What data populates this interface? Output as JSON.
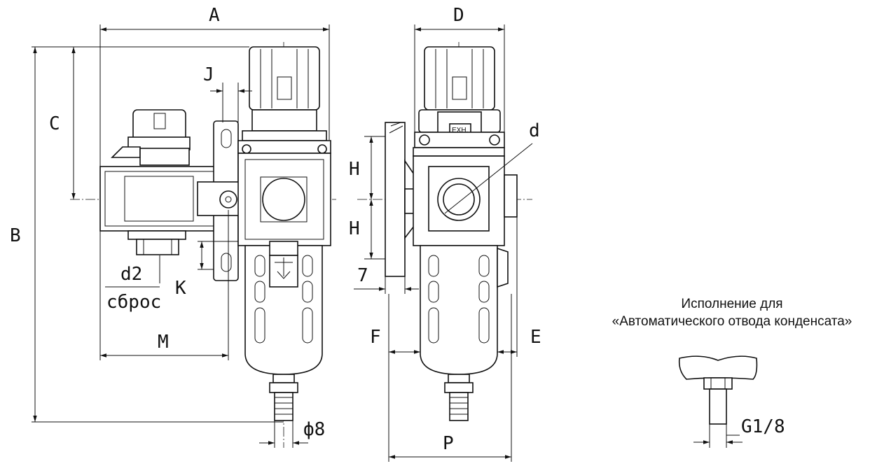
{
  "dimensions": {
    "A": "A",
    "B": "B",
    "C": "C",
    "D": "D",
    "d": "d",
    "d2": "d2",
    "drain": "сброс",
    "E": "E",
    "F": "F",
    "H_upper": "H",
    "H_lower": "H",
    "J": "J",
    "K": "K",
    "M": "M",
    "P": "P",
    "seven": "7",
    "phi8": "ф8",
    "thread": "G1/8"
  },
  "regulator_label": "EXH.",
  "note": {
    "line1": "Исполнение для",
    "line2": "«Автоматического отвода конденсата»"
  }
}
